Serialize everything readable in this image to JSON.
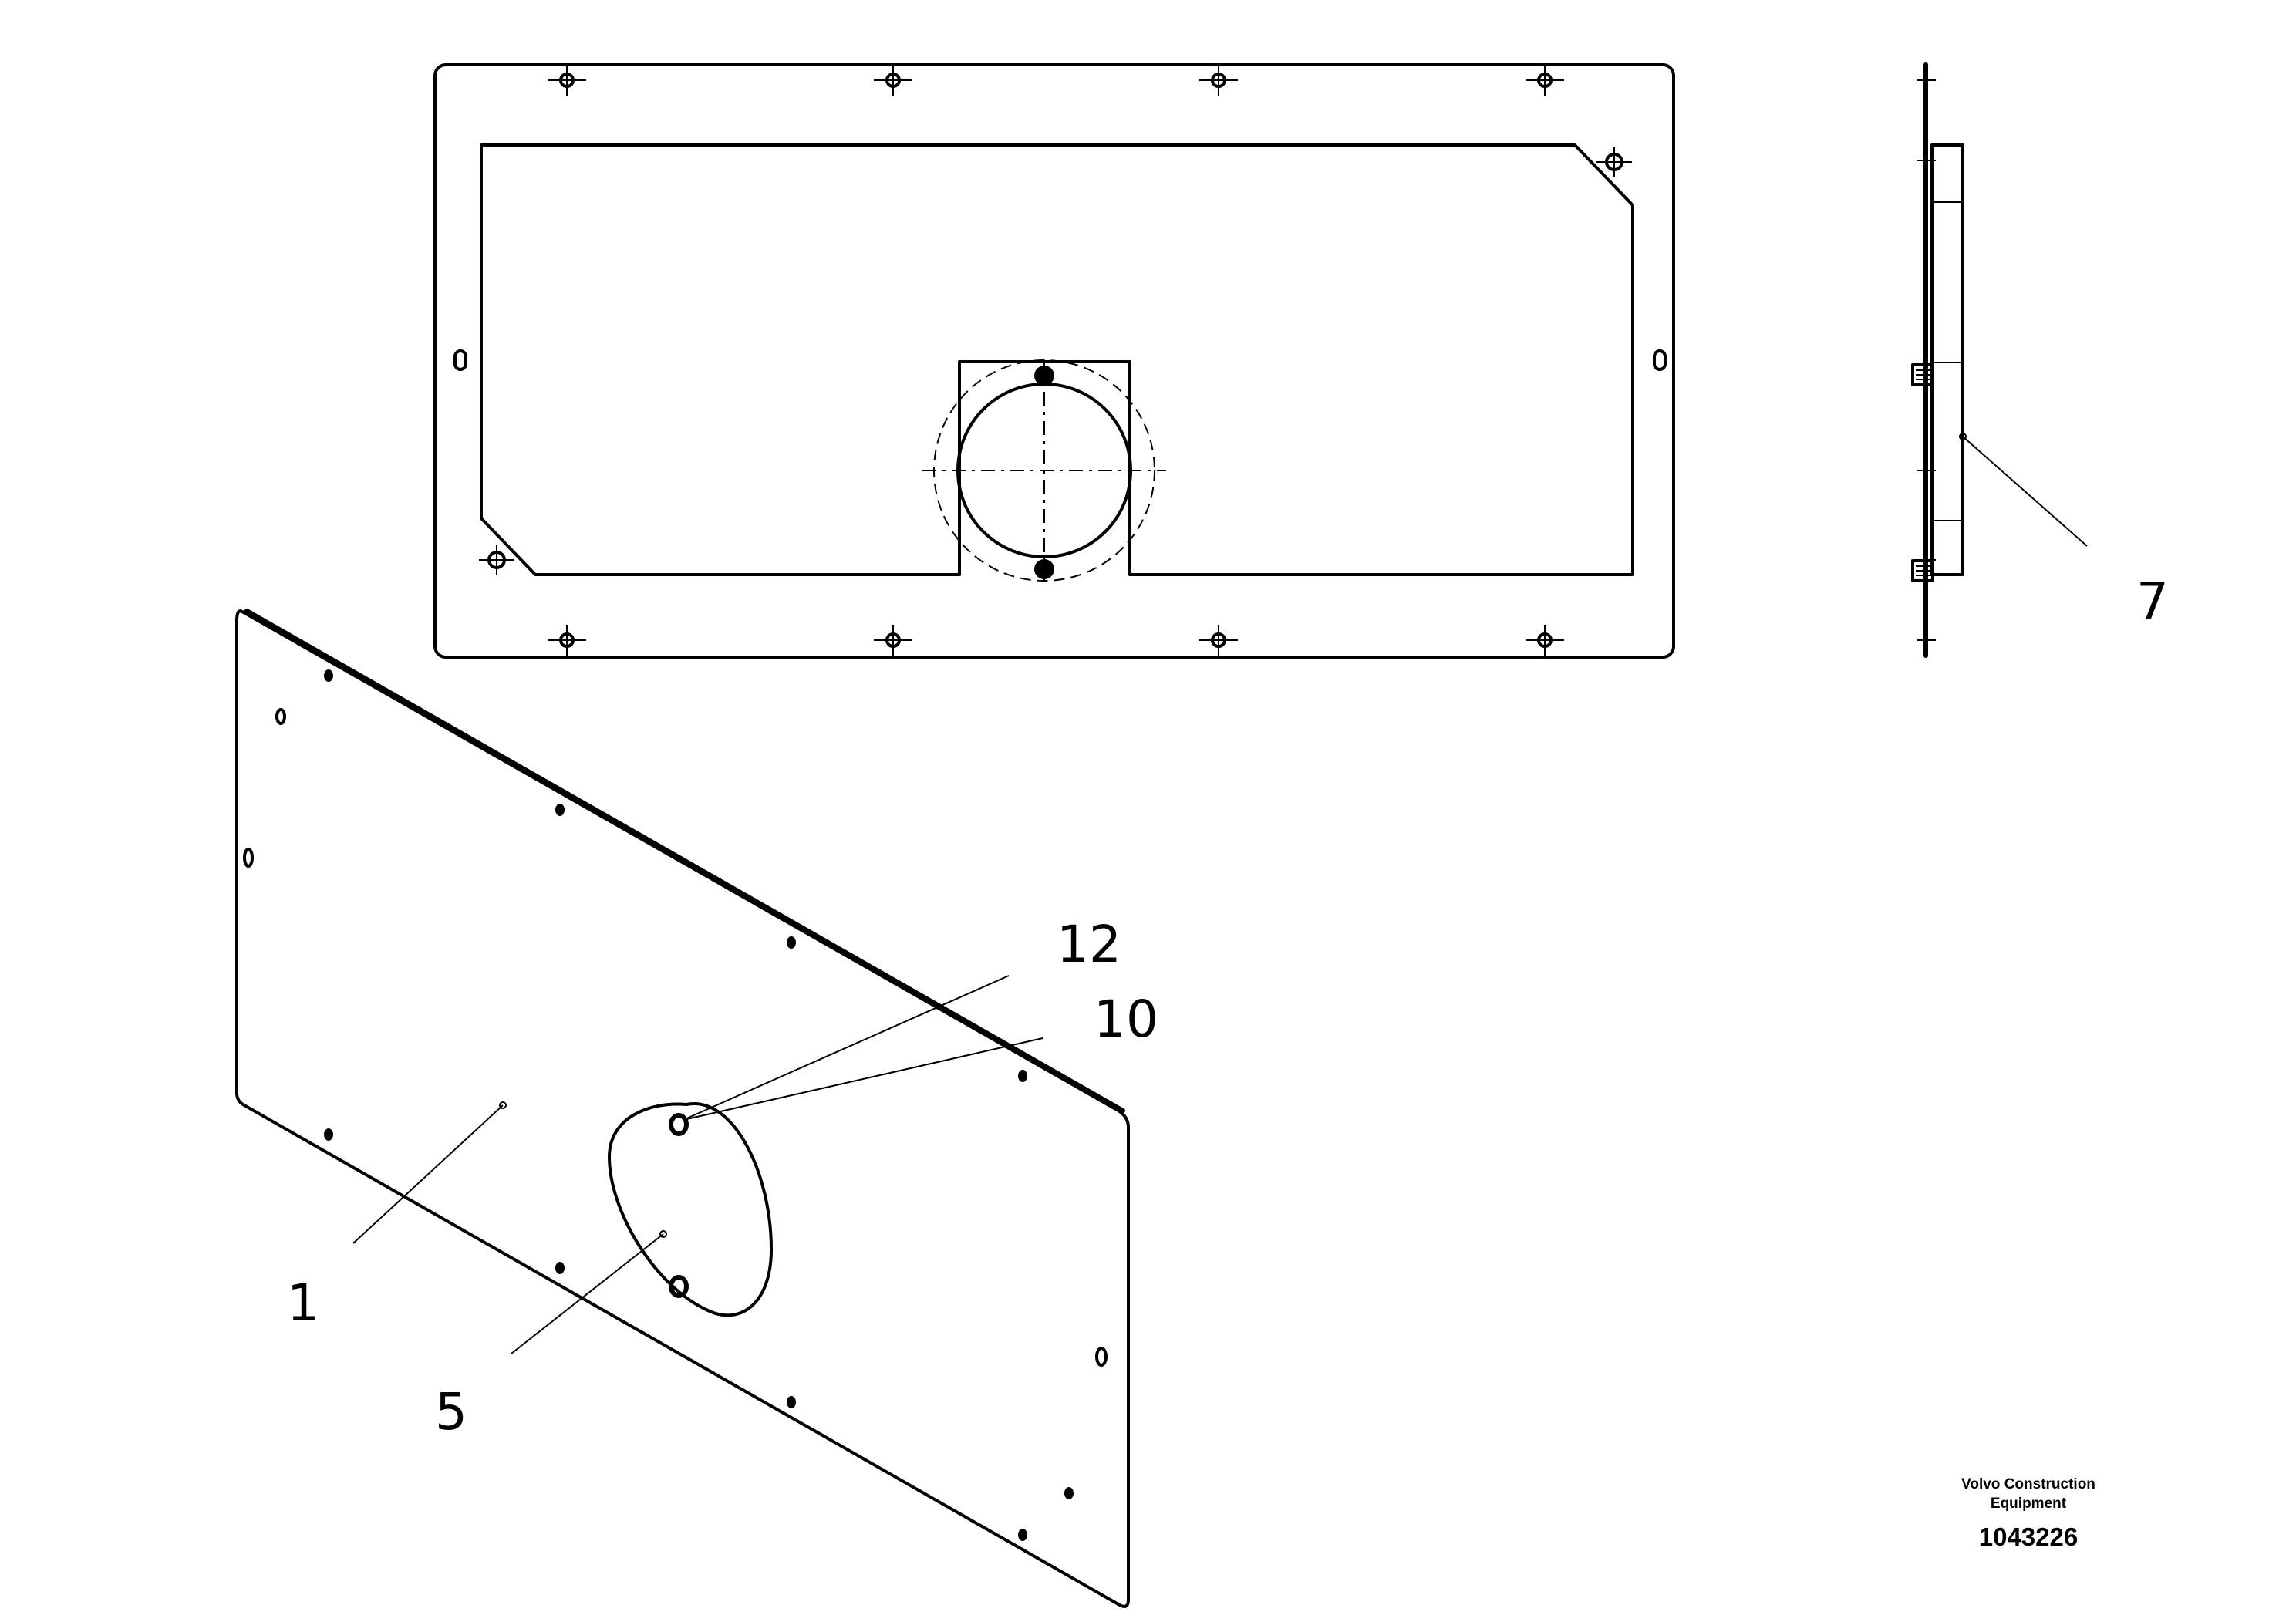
{
  "callouts": {
    "c1": "1",
    "c5": "5",
    "c7": "7",
    "c10": "10",
    "c12": "12"
  },
  "brand": {
    "name_line1": "Volvo Construction",
    "name_line2": "Equipment",
    "drawing_number": "1043226"
  }
}
